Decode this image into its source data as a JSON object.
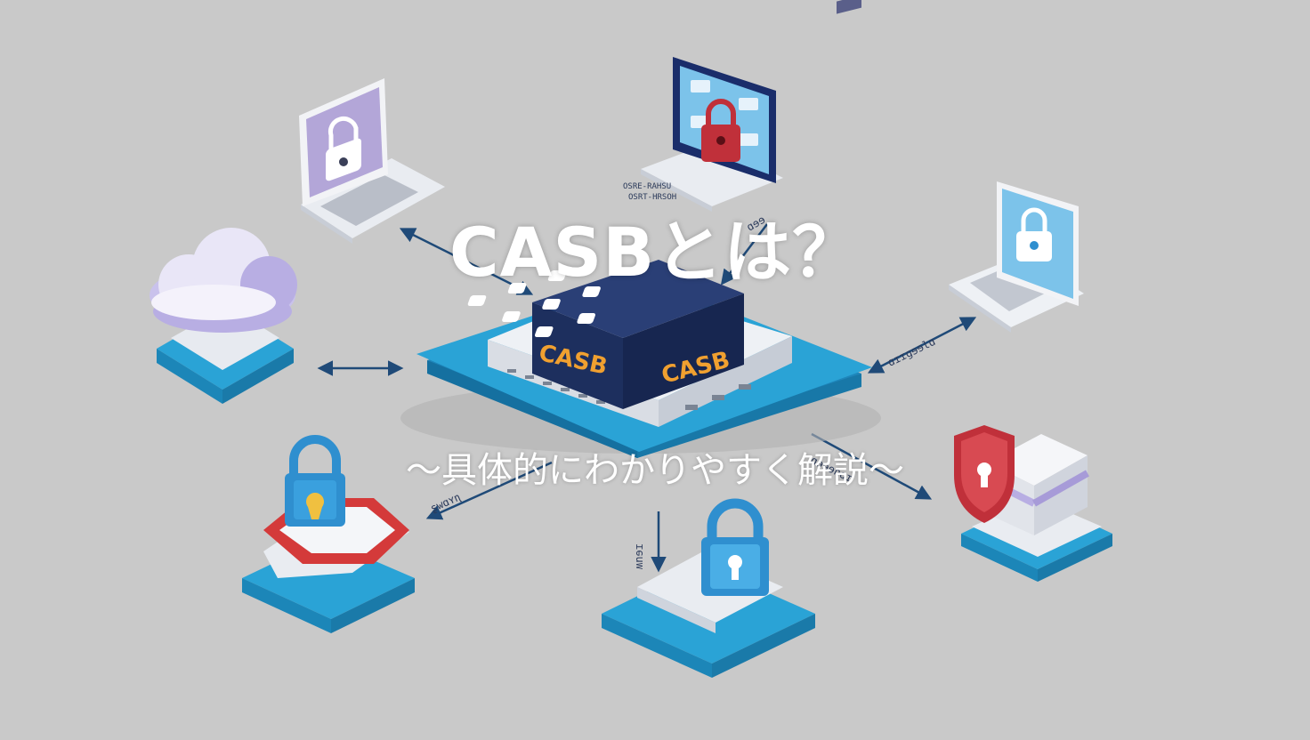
{
  "title": "CASBとは？",
  "subtitle": "～具体的にわかりやすく解説～",
  "hub": {
    "label_left": "CASB",
    "label_right": "CASB"
  },
  "nodes": [
    {
      "name": "laptop-purple-lock",
      "icon": "laptop-lock-icon"
    },
    {
      "name": "monitor-red-lock",
      "icon": "monitor-lock-icon"
    },
    {
      "name": "laptop-blue-lock",
      "icon": "laptop-lock-icon"
    },
    {
      "name": "cloud-storage",
      "icon": "cloud-icon"
    },
    {
      "name": "shield-server",
      "icon": "shield-icon"
    },
    {
      "name": "padlock-red-platform",
      "icon": "padlock-icon"
    },
    {
      "name": "padlock-blue-platform",
      "icon": "padlock-icon"
    }
  ],
  "colors": {
    "background": "#c9c9c9",
    "platform": "#2aa3d6",
    "hub_box": "#1d2f5e",
    "hub_label": "#f0a030",
    "lock_blue": "#2f8fcf",
    "lock_red": "#c0303a",
    "screen_purple": "#b3a6d8",
    "screen_blue": "#7cc3ea",
    "white": "#f4f6f9"
  }
}
